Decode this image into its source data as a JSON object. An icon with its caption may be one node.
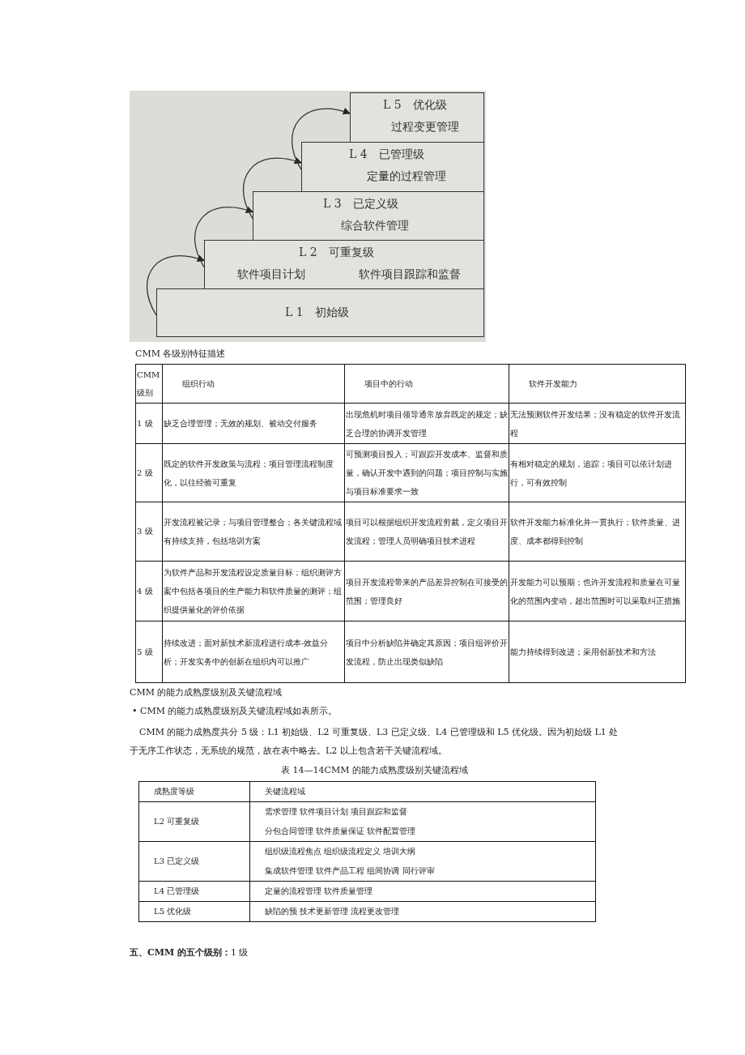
{
  "diagram": {
    "nodes": [
      {
        "text": [
          "L 5　优化级",
          "过程变更管理"
        ]
      },
      {
        "text": [
          "L 4　已管理级",
          "定量的过程管理"
        ]
      },
      {
        "text": [
          "L 3　已定义级",
          "综合软件管理"
        ]
      },
      {
        "text": [
          "L 2　可重复级",
          "软件项目计划",
          "软件项目跟踪和监督"
        ]
      },
      {
        "text": [
          "L 1　初始级"
        ]
      }
    ],
    "edges": [
      {
        "from": 4,
        "to": 3,
        "arrow": "to"
      },
      {
        "from": 3,
        "to": 2,
        "arrow": "to"
      },
      {
        "from": 2,
        "to": 1,
        "arrow": "to"
      },
      {
        "from": 1,
        "to": 0,
        "arrow": "to"
      }
    ],
    "labels": [
      "CMM 各级别特征描述",
      "CMM 级别",
      "组织行动",
      "项目中的行动",
      "软件开发能力",
      "1 级",
      "缺乏合理管理；无效的规划、被动交付服务",
      "出现危机时项目领导通常放弃既定的规定；缺乏合理的协调开发管理",
      "无法预测软件开发结果；没有稳定的软件开发流程",
      "2 级",
      "既定的软件开发政策与流程；项目管理流程制度化，以往经验可重复",
      "可预测项目投入；可跟踪开发成本、监督和质量，确认开发中遇到的问题；项目控制与实施与项目标准要求一致",
      "有相对稳定的规划，追踪；项目可以依计划进行，可有效控制",
      "3 级",
      "开发流程被记录；与项目管理整合；各关键流程域有持续支持，包括培训方案",
      "项目可以根据组织开发流程剪裁，定义项目开发流程；管理人员明确项目技术进程",
      "软件开发能力标准化并一贯执行；软件质量、进度、成本都得到控制",
      "4 级",
      "为软件产品和开发流程设定质量目标；组织测评方案中包括各项目的生产能力和软件质量的测评；组织提供量化的评价依据",
      "项目开发流程带来的产品差异控制在可接受的范围；管理良好",
      "开发能力可以预期；也许开发流程和质量在可量化的范围内变动，超出范围时可以采取纠正措施",
      "5 级",
      "持续改进；面对新技术新流程进行成本-效益分析；开发实务中的创新在组织内可以推广",
      "项目中分析缺陷并确定其原因；项目组评价开发流程，防止出现类似缺陷",
      "能力持续得到改进；采用创新技术和方法",
      "CMM 的能力成熟度级别及关键流程域",
      "• CMM 的能力成熟度级别及关键流程域如表所示。",
      "CMM 的能力成熟度共分 5 级：L1 初始级、L2 可重复级、L3 已定义级、L4 已管理级和 L5 优化级。因为初始级 L1 处于无序工作状态，无系统的规范，故在表中略去。L2 以上包含若干关键流程域。",
      "表 14—14CMM 的能力成熟度级别关键流程域",
      "成熟度等级",
      "关键流程域",
      "L2 可重复级",
      "需求管理 软件项目计划 项目跟踪和监督",
      "分包合同管理 软件质量保证 软件配置管理",
      "L3 已定义级",
      "组织级流程焦点 组织级流程定义 培训大纲",
      "集成软件管理 软件产品工程 组间协调 同行评审",
      "L4 已管理级",
      "定量的流程管理 软件质量管理",
      "L5 优化级",
      "缺陷的预 技术更新管理 流程更改管理",
      "**五、CMM 的五个级别：**1 级"
    ]
  }
}
